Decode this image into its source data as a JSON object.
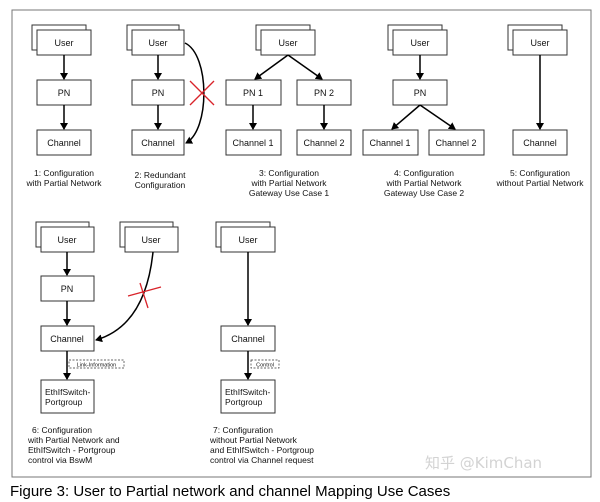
{
  "labels": {
    "user": "User",
    "pn": "PN",
    "pn1": "PN 1",
    "pn2": "PN 2",
    "channel": "Channel",
    "channel1": "Channel 1",
    "channel2": "Channel 2",
    "eth1": "EthIfSwitch-",
    "eth2": "Portgroup",
    "link_info": "Link-Information",
    "control": "Control"
  },
  "captions": {
    "c1": [
      "1: Configuration",
      "with Partial Network"
    ],
    "c2": [
      "2: Redundant",
      "Configuration"
    ],
    "c3": [
      "3: Configuration",
      "with Partial Network",
      "Gateway Use Case 1"
    ],
    "c4": [
      "4: Configuration",
      "with Partial Network",
      "Gateway Use Case 2"
    ],
    "c5": [
      "5: Configuration",
      "without Partial Network"
    ],
    "c6": [
      "6: Configuration",
      "with Partial Network and",
      "EthIfSwitch - Portgroup",
      "control via BswM"
    ],
    "c7": [
      "7: Configuration",
      "without Partial Network",
      "and EthIfSwitch - Portgroup",
      "control via Channel request"
    ]
  },
  "figure_caption": "Figure 3: User to Partial network and channel Mapping Use Cases",
  "watermark": "知乎 @KimChan",
  "colors": {
    "cross": "#d9232a"
  }
}
